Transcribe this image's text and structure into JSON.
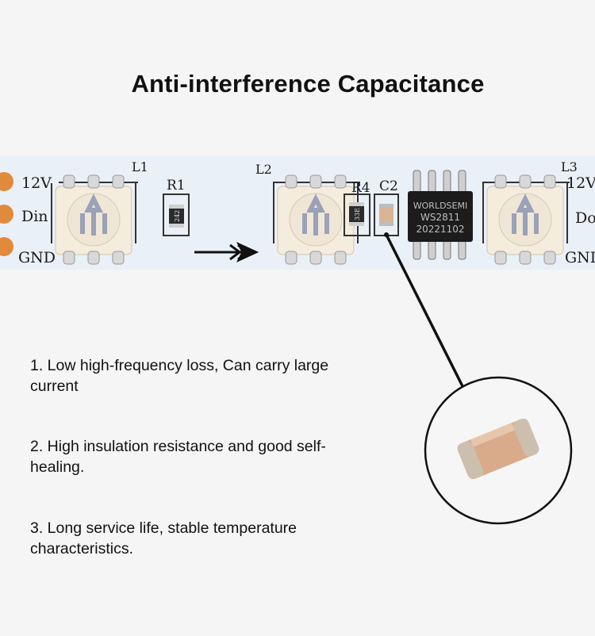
{
  "title": "Anti-interference Capacitance",
  "strip": {
    "pad_labels_left": [
      "12V",
      "Din",
      "GND"
    ],
    "pad_labels_right": [
      "12V",
      "Do",
      "GNI"
    ],
    "led_labels": [
      "L1",
      "L2",
      "L3"
    ],
    "resistor_labels": [
      "R1",
      "R4"
    ],
    "resistor_codes": [
      "242",
      "33E"
    ],
    "capacitor_label": "C2",
    "chip": {
      "line1": "WORLDSEMI",
      "line2": "WS2811",
      "line3": "20221102"
    }
  },
  "features": [
    "1. Low high-frequency loss, Can carry large current",
    "2. High insulation resistance and good self-healing.",
    "3. Long service life, stable temperature characteristics."
  ],
  "colors": {
    "pad": "#e08a3c",
    "strip": "#eaf0f7",
    "chip": "#1c1c1c",
    "capacitor": "#d9b596"
  }
}
